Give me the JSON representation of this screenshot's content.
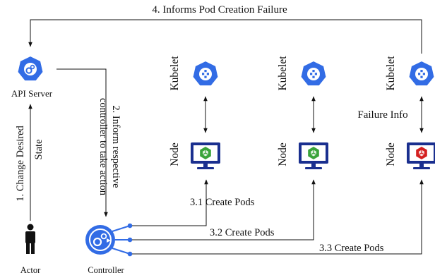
{
  "diagram": {
    "top_edge_label": "4. Informs Pod Creation Failure",
    "api_server_label": "API Server",
    "actor_label": "Actor",
    "controller_label": "Controller",
    "kubelet_label": "Kubelet",
    "node_label": "Node",
    "failure_info_label": "Failure Info",
    "change_state_line1": "1. Change Desired",
    "change_state_line2": "State",
    "inform_line1": "2. Inform respective",
    "inform_line2": "controller to take action",
    "create_pods_1": "3.1 Create Pods",
    "create_pods_2": "3.2 Create Pods",
    "create_pods_3": "3.3 Create Pods"
  },
  "colors": {
    "kube_blue": "#326ce5",
    "monitor_blue": "#1a2f8f",
    "pod_green": "#3aa33a",
    "pod_red": "#d42020",
    "arrow": "#111111"
  },
  "icons": {
    "api_server": "kubernetes-gear-icon",
    "kubelet": "kubernetes-kubelet-icon",
    "node": "monitor-icon",
    "healthy_pod": "green-cube-icon",
    "failed_pod": "red-cube-icon",
    "actor": "person-icon",
    "controller": "controller-gear-icon"
  }
}
